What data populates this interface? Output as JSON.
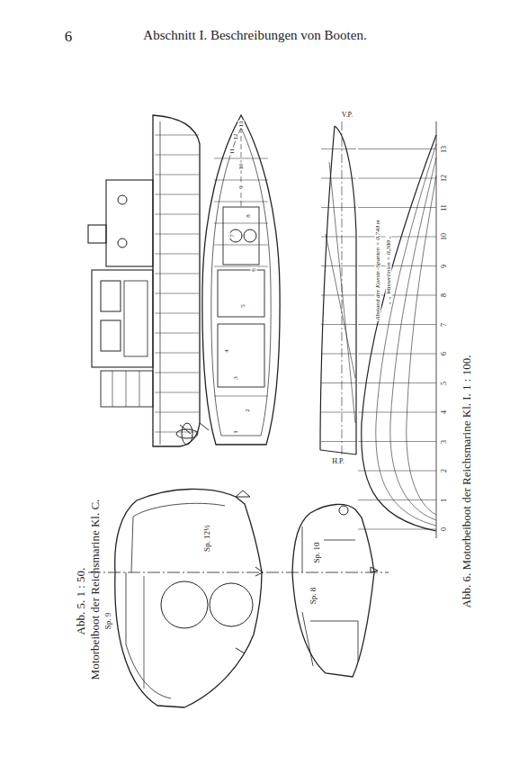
{
  "diagram": {
    "title": "Abschnitt I. Beschreibungen von Booten.",
    "labels": [
      "6",
      "Abb. 5. 1 : 50.",
      "Motorbeiboot der Reichsmarine Kl. C.",
      "Abb. 6. Motorbeiboot der Reichsmarine Kl. I. 1 : 100.",
      "Sp. 9",
      "Sp. 12½",
      "Sp. 10",
      "Sp. 8",
      "V.P.",
      "H.P.",
      "Abstand der Konstr.-Spanten = 0,740 m",
      "„ „ Wasserlinien = 0,300 „",
      "0",
      "1",
      "2",
      "3",
      "4",
      "5",
      "6",
      "7",
      "8",
      "9",
      "10",
      "11",
      "12",
      "13",
      "1",
      "2",
      "3",
      "4",
      "5",
      "6",
      "7",
      "8",
      "9",
      "10",
      "11",
      "12",
      "13"
    ]
  }
}
